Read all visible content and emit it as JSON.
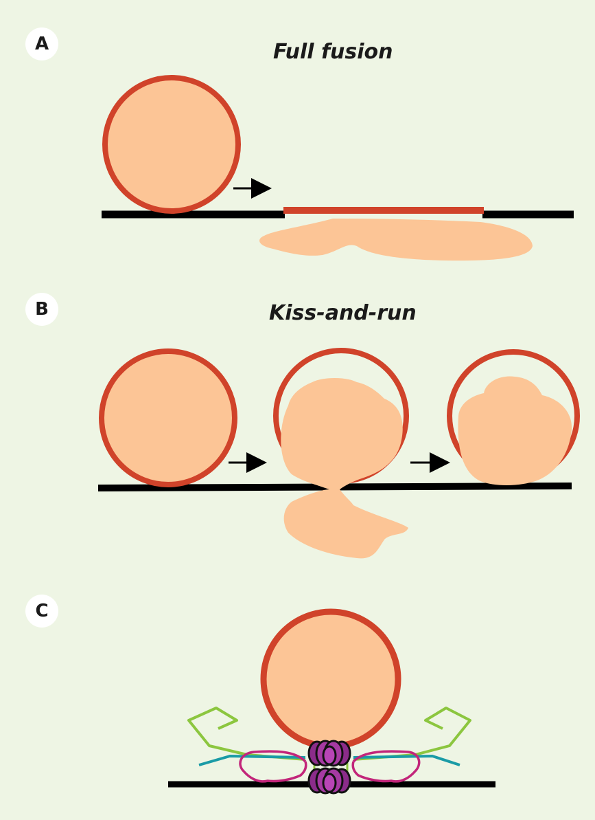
{
  "panels": [
    {
      "letter": "A",
      "title": "Full fusion"
    },
    {
      "letter": "B",
      "title": "Kiss-and-run"
    },
    {
      "letter": "C",
      "title": ""
    }
  ],
  "colors": {
    "background": "#eef5e4",
    "vesicle_membrane": "#d0432a",
    "vesicle_content": "#fcc596",
    "plasma_membrane": "#000000",
    "snare_green": "#8cc63f",
    "snare_teal": "#1a9ba6",
    "snare_magenta": "#c2257a",
    "pore_protein": "#8b2c8a"
  }
}
